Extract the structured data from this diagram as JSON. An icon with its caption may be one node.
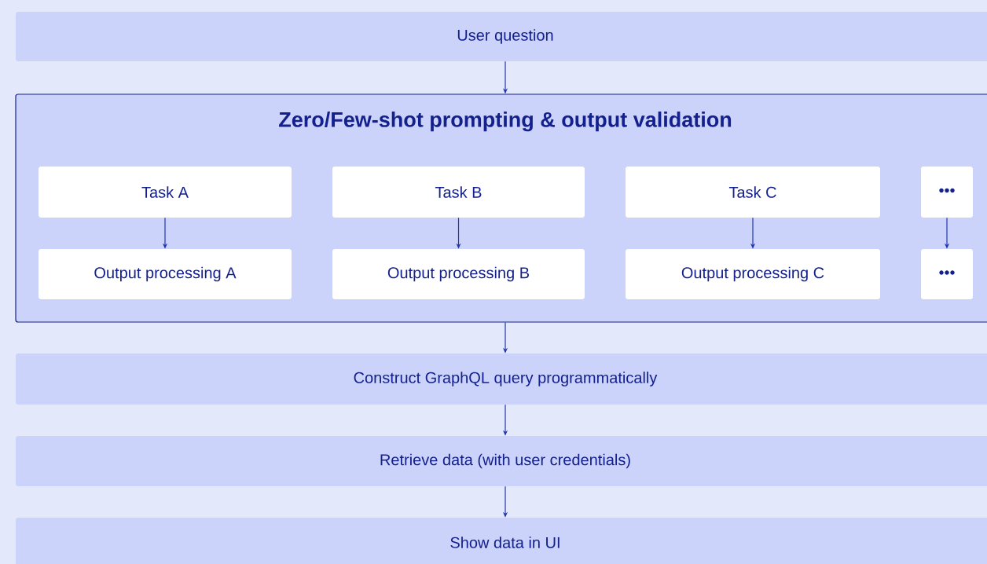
{
  "diagram": {
    "nodes": [
      {
        "text": [
          "User question"
        ]
      },
      {
        "text": [
          "Zero/Few-shot prompting & output validation"
        ]
      },
      {
        "text": [
          "Task A"
        ],
        "in": 1
      },
      {
        "text": [
          "Output processing A"
        ],
        "in": 1
      },
      {
        "text": [
          "Task B"
        ],
        "in": 1
      },
      {
        "text": [
          "Output processing B"
        ],
        "in": 1
      },
      {
        "text": [
          "Task C"
        ],
        "in": 1
      },
      {
        "text": [
          "Output processing C"
        ],
        "in": 1
      },
      {
        "text": [
          "•••"
        ],
        "in": 1
      },
      {
        "text": [
          "•••"
        ],
        "in": 1
      },
      {
        "text": [
          "Construct GraphQL query programmatically"
        ]
      },
      {
        "text": [
          "Retrieve data (with user credentials)"
        ]
      },
      {
        "text": [
          "Show data in UI"
        ]
      }
    ],
    "edges": [
      {
        "from": 0,
        "to": 1,
        "arrow": "to"
      },
      {
        "from": 2,
        "to": 3,
        "arrow": "to"
      },
      {
        "from": 4,
        "to": 5,
        "arrow": "to"
      },
      {
        "from": 6,
        "to": 7,
        "arrow": "to"
      },
      {
        "from": 8,
        "to": 9,
        "arrow": "to"
      },
      {
        "from": 1,
        "to": 10,
        "arrow": "to"
      },
      {
        "from": 10,
        "to": 11,
        "arrow": "to"
      },
      {
        "from": 11,
        "to": 12,
        "arrow": "to"
      }
    ]
  }
}
